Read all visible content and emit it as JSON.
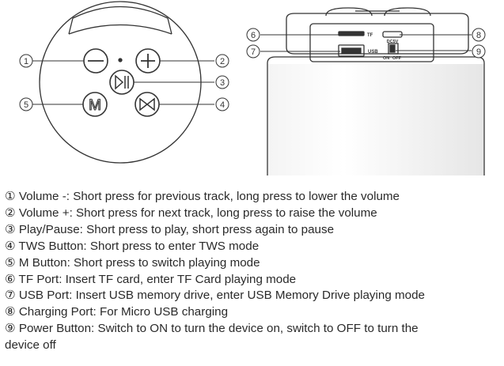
{
  "diagram": {
    "callouts": [
      {
        "num": "1"
      },
      {
        "num": "2"
      },
      {
        "num": "3"
      },
      {
        "num": "4"
      },
      {
        "num": "5"
      },
      {
        "num": "6"
      },
      {
        "num": "7"
      },
      {
        "num": "8"
      },
      {
        "num": "9"
      }
    ],
    "button_glyphs": {
      "volume_down": "−",
      "volume_up": "+",
      "m_button": "M"
    },
    "port_labels": {
      "tf": "TF",
      "usb": "USB",
      "dc": "DC5V",
      "on": "ON",
      "off": "OFF"
    }
  },
  "legend": {
    "items": [
      "① Volume -: Short press for previous track, long press to lower the volume",
      "② Volume +: Short press for next track, long press to raise the volume",
      "③ Play/Pause: Short press to play, short press again to pause",
      "④ TWS Button: Short press to enter TWS mode",
      "⑤ M Button: Short press to switch playing mode",
      "⑥ TF Port: Insert TF card, enter TF Card playing mode",
      "⑦ USB Port: Insert USB memory drive, enter USB Memory Drive playing mode",
      "⑧ Charging Port: For Micro USB charging",
      "⑨ Power Button: Switch to ON to turn the device on, switch to OFF to turn the",
      "device off"
    ]
  }
}
